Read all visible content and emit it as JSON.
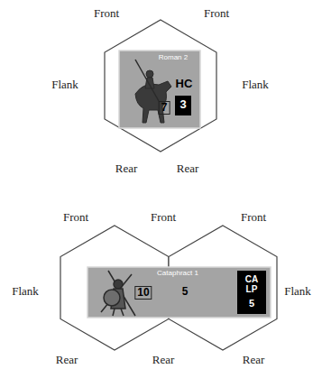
{
  "diagram": {
    "nodes": [
      {
        "text": [
          "Roman 2",
          "HC",
          "7"
        ]
      },
      {
        "text": [
          "3"
        ],
        "in": 0
      },
      {
        "text": [
          "Cataphract 1",
          "10",
          "5"
        ]
      },
      {
        "text": [
          "CA LP",
          "5"
        ],
        "in": 2
      }
    ],
    "labels": [
      "Front",
      "Front",
      "Flank",
      "Flank",
      "Rear",
      "Rear",
      "Front",
      "Front",
      "Front",
      "Flank",
      "Flank",
      "Rear",
      "Rear",
      "Rear"
    ]
  }
}
